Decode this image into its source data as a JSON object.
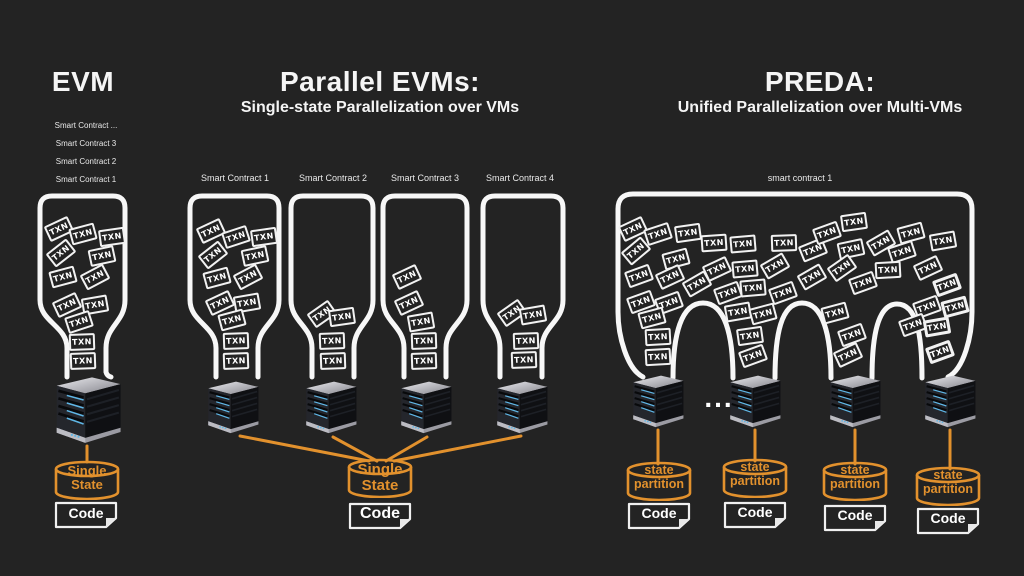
{
  "colors": {
    "background": "#232323",
    "accent_orange": "#e2912d",
    "stroke_white": "#f7f7f7",
    "led_blue": "#5fb6e6"
  },
  "evm": {
    "title": "EVM",
    "contracts": [
      "Smart Contract ...",
      "Smart Contract 3",
      "Smart Contract 2",
      "Smart Contract 1"
    ],
    "state": "Single\nState",
    "code": "Code"
  },
  "parallel": {
    "title": "Parallel EVMs:",
    "subtitle": "Single-state Parallelization over VMs",
    "contracts": [
      "Smart Contract 1",
      "Smart Contract 2",
      "Smart Contract 3",
      "Smart Contract 4"
    ],
    "state": "Single\nState",
    "code": "Code"
  },
  "preda": {
    "title": "PREDA:",
    "subtitle": "Unified Parallelization over Multi-VMs",
    "contract": "smart contract 1",
    "ellipsis": "...",
    "partitions": [
      {
        "state": "state\npartition",
        "code": "Code"
      },
      {
        "state": "state\npartition",
        "code": "Code"
      },
      {
        "state": "state\npartition",
        "code": "Code"
      },
      {
        "state": "state\npartition",
        "code": "Code"
      }
    ]
  },
  "txn_label": "TXN",
  "txn_boxes": [
    [
      59,
      229,
      -25
    ],
    [
      83,
      234,
      -15
    ],
    [
      112,
      237,
      -8
    ],
    [
      61,
      253,
      -38
    ],
    [
      102,
      256,
      -12
    ],
    [
      63,
      277,
      -15
    ],
    [
      95,
      277,
      -28
    ],
    [
      67,
      305,
      -25
    ],
    [
      95,
      305,
      -10
    ],
    [
      79,
      322,
      -18
    ],
    [
      82,
      342,
      -2
    ],
    [
      83,
      361,
      -2
    ],
    [
      211,
      231,
      -25
    ],
    [
      236,
      237,
      -18
    ],
    [
      264,
      237,
      -8
    ],
    [
      213,
      255,
      -38
    ],
    [
      255,
      256,
      -12
    ],
    [
      217,
      278,
      -15
    ],
    [
      248,
      277,
      -28
    ],
    [
      220,
      303,
      -25
    ],
    [
      247,
      303,
      -10
    ],
    [
      232,
      320,
      -15
    ],
    [
      236,
      341,
      -2
    ],
    [
      236,
      361,
      -2
    ],
    [
      322,
      314,
      -35
    ],
    [
      342,
      317,
      -8
    ],
    [
      332,
      341,
      -2
    ],
    [
      333,
      361,
      -2
    ],
    [
      407,
      277,
      -25
    ],
    [
      409,
      303,
      -25
    ],
    [
      421,
      322,
      -10
    ],
    [
      424,
      341,
      -2
    ],
    [
      424,
      361,
      -2
    ],
    [
      512,
      313,
      -35
    ],
    [
      533,
      315,
      -10
    ],
    [
      526,
      341,
      -2
    ],
    [
      524,
      360,
      -2
    ],
    [
      633,
      229,
      -25
    ],
    [
      658,
      234,
      -18
    ],
    [
      688,
      233,
      -8
    ],
    [
      714,
      243,
      -4
    ],
    [
      743,
      244,
      -5
    ],
    [
      784,
      243,
      -2
    ],
    [
      813,
      250,
      -22
    ],
    [
      827,
      233,
      -20
    ],
    [
      854,
      222,
      -8
    ],
    [
      851,
      249,
      -12
    ],
    [
      881,
      243,
      -30
    ],
    [
      902,
      252,
      -18
    ],
    [
      911,
      233,
      -15
    ],
    [
      943,
      241,
      -10
    ],
    [
      636,
      251,
      -40
    ],
    [
      676,
      259,
      -15
    ],
    [
      639,
      276,
      -20
    ],
    [
      670,
      277,
      -25
    ],
    [
      697,
      284,
      -30
    ],
    [
      717,
      269,
      -25
    ],
    [
      745,
      269,
      -5
    ],
    [
      775,
      266,
      -30
    ],
    [
      812,
      277,
      -30
    ],
    [
      842,
      268,
      -35
    ],
    [
      863,
      283,
      -20
    ],
    [
      888,
      270,
      -3
    ],
    [
      928,
      268,
      -25
    ],
    [
      947,
      285,
      -20,
      1
    ],
    [
      641,
      302,
      -20
    ],
    [
      669,
      303,
      -20
    ],
    [
      652,
      318,
      -15
    ],
    [
      728,
      293,
      -20
    ],
    [
      753,
      288,
      -5
    ],
    [
      738,
      312,
      -10
    ],
    [
      763,
      314,
      -15
    ],
    [
      783,
      293,
      -20
    ],
    [
      835,
      313,
      -15
    ],
    [
      927,
      307,
      -20
    ],
    [
      955,
      307,
      -15,
      1
    ],
    [
      913,
      325,
      -20
    ],
    [
      937,
      327,
      -10,
      1
    ],
    [
      658,
      337,
      -3
    ],
    [
      658,
      357,
      -3
    ],
    [
      750,
      336,
      -8
    ],
    [
      753,
      356,
      -20
    ],
    [
      852,
      335,
      -20
    ],
    [
      848,
      355,
      -25
    ],
    [
      940,
      352,
      -20,
      1
    ]
  ]
}
